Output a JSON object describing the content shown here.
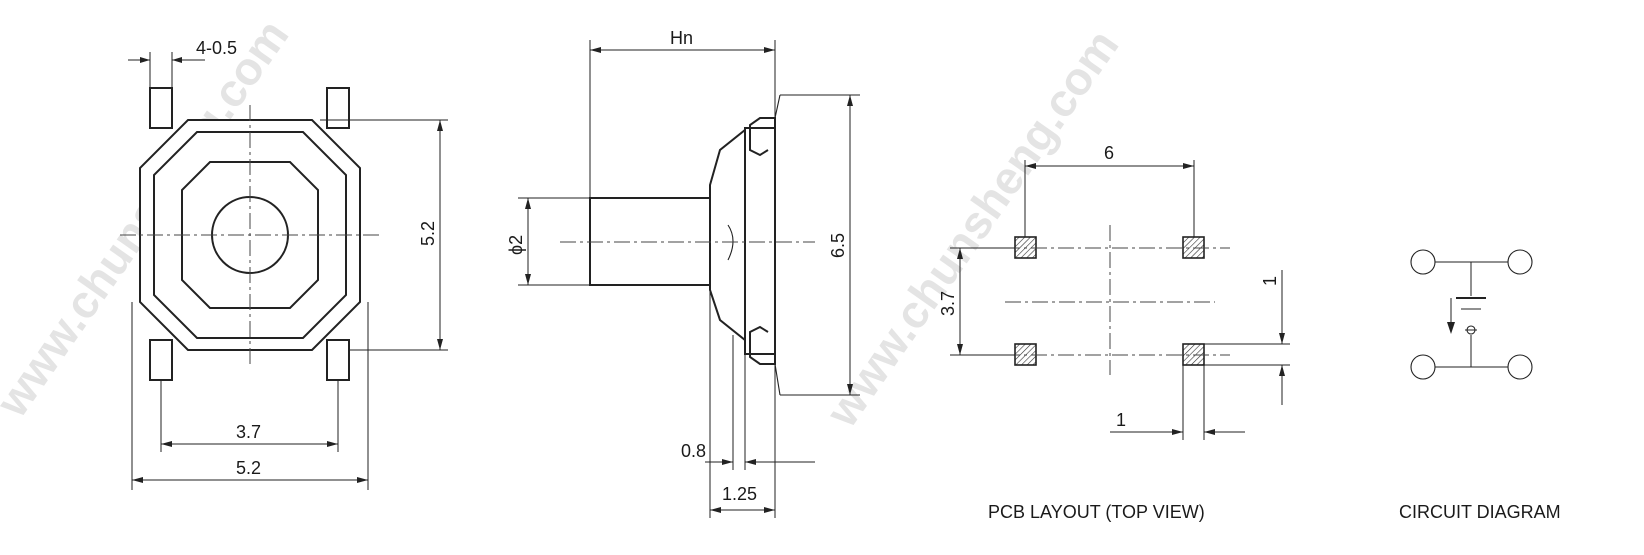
{
  "watermark": "www.chunsheng.com",
  "top_view": {
    "dim_terminal_width": "4-0.5",
    "dim_body_height": "5.2",
    "dim_pin_span": "3.7",
    "dim_body_width": "5.2"
  },
  "side_view": {
    "dim_actuator_height": "Hn",
    "dim_actuator_diameter": "ϕ2",
    "dim_overall_height": "6.5",
    "dim_lead_thickness": "0.8",
    "dim_base_thickness": "1.25"
  },
  "pcb_layout": {
    "title": "PCB LAYOUT (TOP VIEW)",
    "dim_pad_spacing_x": "6",
    "dim_pad_spacing_y": "3.7",
    "dim_pad_height": "1",
    "dim_pad_width": "1"
  },
  "circuit": {
    "title": "CIRCUIT DIAGRAM"
  }
}
